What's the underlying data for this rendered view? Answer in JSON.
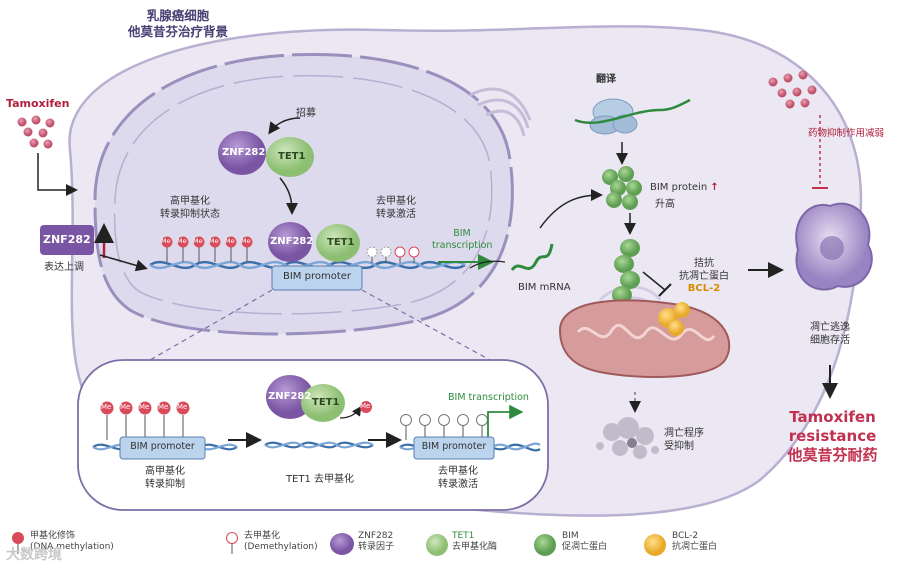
{
  "header": {
    "line1": "乳腺癌细胞",
    "line2": "他莫昔芬治疗背景"
  },
  "drug": {
    "name": "Tamoxifen"
  },
  "znf_box": {
    "label": "ZNF282",
    "caption": "表达上调"
  },
  "recruit": {
    "label": "招募",
    "znf": "ZNF282",
    "tet": "TET1"
  },
  "methylation": {
    "high_line1": "高甲基化",
    "high_line2": "转录抑制状态",
    "low_line1": "去甲基化",
    "low_line2": "转录激活",
    "me": "Me",
    "promoter": "BIM promoter",
    "znf": "ZNF282",
    "tet": "TET1"
  },
  "transcription": {
    "line1": "BIM",
    "line2": "transcription"
  },
  "mrna": {
    "label": "BIM mRNA"
  },
  "translation": {
    "label": "翻译"
  },
  "protein": {
    "label": "BIM protein",
    "sub": "升高"
  },
  "antagonize": {
    "line1": "拮抗",
    "line2": "抗凋亡蛋白",
    "line3": "BCL-2"
  },
  "apoptosis_inhibited": {
    "line1": "凋亡程序",
    "line2": "受抑制"
  },
  "drug_weakened": {
    "label": "药物抑制作用减弱"
  },
  "escape": {
    "line1": "凋亡逃逸",
    "line2": "细胞存活"
  },
  "result": {
    "line1": "Tamoxifen",
    "line2": "resistance",
    "line3": "他莫昔芬耐药"
  },
  "inset": {
    "step1_line1": "高甲基化",
    "step1_line2": "转录抑制",
    "step2": "TET1 去甲基化",
    "step3_line1": "去甲基化",
    "step3_line2": "转录激活",
    "transcription": "BIM transcription",
    "promoter": "BIM promoter",
    "me": "Me",
    "znf": "ZNF282",
    "tet": "TET1"
  },
  "legend": {
    "methyl_line1": "甲基化修饰",
    "methyl_line2": "(DNA methylation)",
    "demethyl_line1": "去甲基化",
    "demethyl_line2": "(Demethylation)",
    "znf_line1": "ZNF282",
    "znf_line2": "转录因子",
    "tet_line1": "TET1",
    "tet_line2": "去甲基化酶",
    "bim_line1": "BIM",
    "bim_line2": "促凋亡蛋白",
    "bcl_line1": "BCL-2",
    "bcl_line2": "抗凋亡蛋白"
  },
  "watermark": "大数跨境",
  "colors": {
    "znf": "#8e6bb5",
    "tet": "#9fcb86",
    "bim": "#79b56a",
    "bcl2": "#f2c14e",
    "methyl": "#d94a5a",
    "cell": "#ece8f3",
    "nucleus": "#dedaed",
    "accent": "#4a3f74"
  }
}
